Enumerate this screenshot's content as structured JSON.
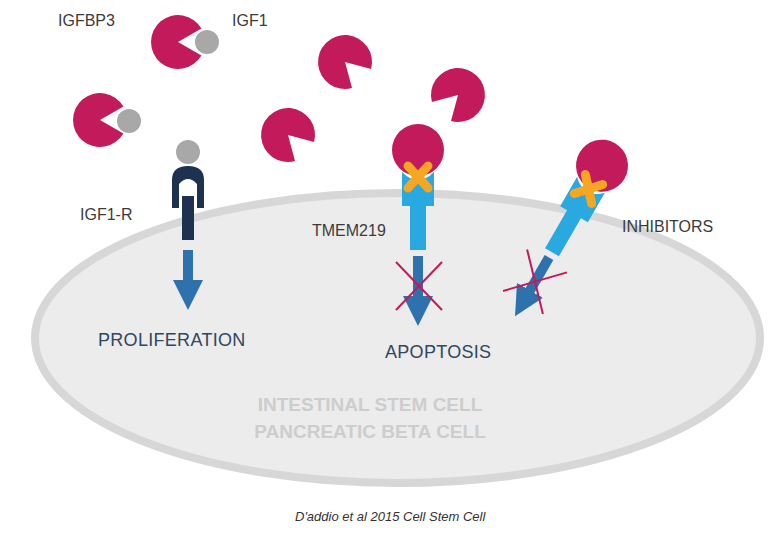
{
  "diagram": {
    "caption": "D'addio et al 2015 Cell Stem Cell",
    "nodes": [
      {
        "text": [
          "INTESTINAL STEM CELL PANCREATIC BETA CELL"
        ]
      }
    ],
    "labels": [
      "IGFBP3",
      "IGF1",
      "IGF1-R",
      "TMEM219",
      "INHIBITORS",
      "PROLIFERATION",
      "APOPTOSIS"
    ]
  }
}
